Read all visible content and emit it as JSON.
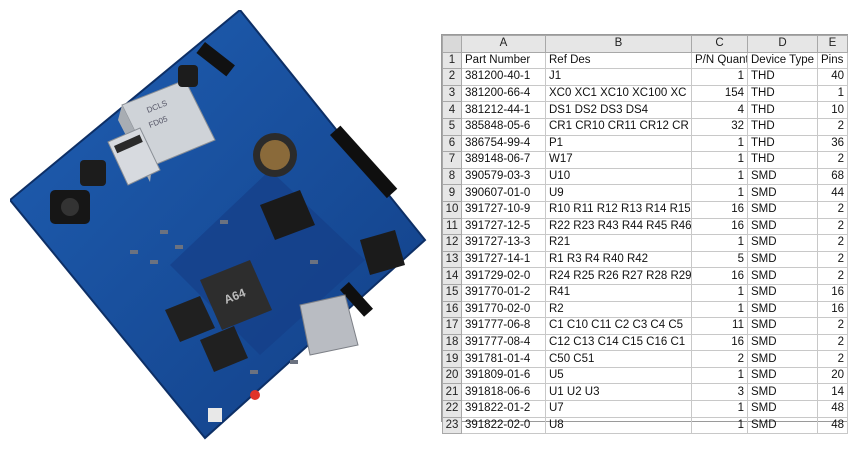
{
  "board": {
    "chip_main_label": "A64",
    "port_label_1": "DCLS",
    "port_label_2": "FD05"
  },
  "sheet": {
    "columns": [
      "A",
      "B",
      "C",
      "D",
      "E"
    ],
    "rows": [
      [
        "1",
        "Part Number",
        "Ref Des",
        "P/N Quant",
        "Device Type",
        "Pins"
      ],
      [
        "2",
        "381200-40-1",
        "J1",
        "1",
        "THD",
        "40"
      ],
      [
        "3",
        "381200-66-4",
        "XC0 XC1 XC10 XC100 XC",
        "154",
        "THD",
        "1"
      ],
      [
        "4",
        "381212-44-1",
        "DS1 DS2 DS3 DS4",
        "4",
        "THD",
        "10"
      ],
      [
        "5",
        "385848-05-6",
        "CR1 CR10 CR11 CR12 CR",
        "32",
        "THD",
        "2"
      ],
      [
        "6",
        "386754-99-4",
        "P1",
        "1",
        "THD",
        "36"
      ],
      [
        "7",
        "389148-06-7",
        "W17",
        "1",
        "THD",
        "2"
      ],
      [
        "8",
        "390579-03-3",
        "U10",
        "1",
        "SMD",
        "68"
      ],
      [
        "9",
        "390607-01-0",
        "U9",
        "1",
        "SMD",
        "44"
      ],
      [
        "10",
        "391727-10-9",
        "R10 R11 R12 R13 R14 R15",
        "16",
        "SMD",
        "2"
      ],
      [
        "11",
        "391727-12-5",
        "R22 R23 R43 R44 R45 R46",
        "16",
        "SMD",
        "2"
      ],
      [
        "12",
        "391727-13-3",
        "R21",
        "1",
        "SMD",
        "2"
      ],
      [
        "13",
        "391727-14-1",
        "R1 R3 R4 R40 R42",
        "5",
        "SMD",
        "2"
      ],
      [
        "14",
        "391729-02-0",
        "R24 R25 R26 R27 R28 R29",
        "16",
        "SMD",
        "2"
      ],
      [
        "15",
        "391770-01-2",
        "R41",
        "1",
        "SMD",
        "16"
      ],
      [
        "16",
        "391770-02-0",
        "R2",
        "1",
        "SMD",
        "16"
      ],
      [
        "17",
        "391777-06-8",
        "C1 C10 C11 C2 C3 C4 C5",
        "11",
        "SMD",
        "2"
      ],
      [
        "18",
        "391777-08-4",
        "C12 C13 C14 C15 C16 C1",
        "16",
        "SMD",
        "2"
      ],
      [
        "19",
        "391781-01-4",
        "C50 C51",
        "2",
        "SMD",
        "2"
      ],
      [
        "20",
        "391809-01-6",
        "U5",
        "1",
        "SMD",
        "20"
      ],
      [
        "21",
        "391818-06-6",
        "U1 U2 U3",
        "3",
        "SMD",
        "14"
      ],
      [
        "22",
        "391822-01-2",
        "U7",
        "1",
        "SMD",
        "48"
      ],
      [
        "23",
        "391822-02-0",
        "U8",
        "1",
        "SMD",
        "48"
      ]
    ]
  }
}
